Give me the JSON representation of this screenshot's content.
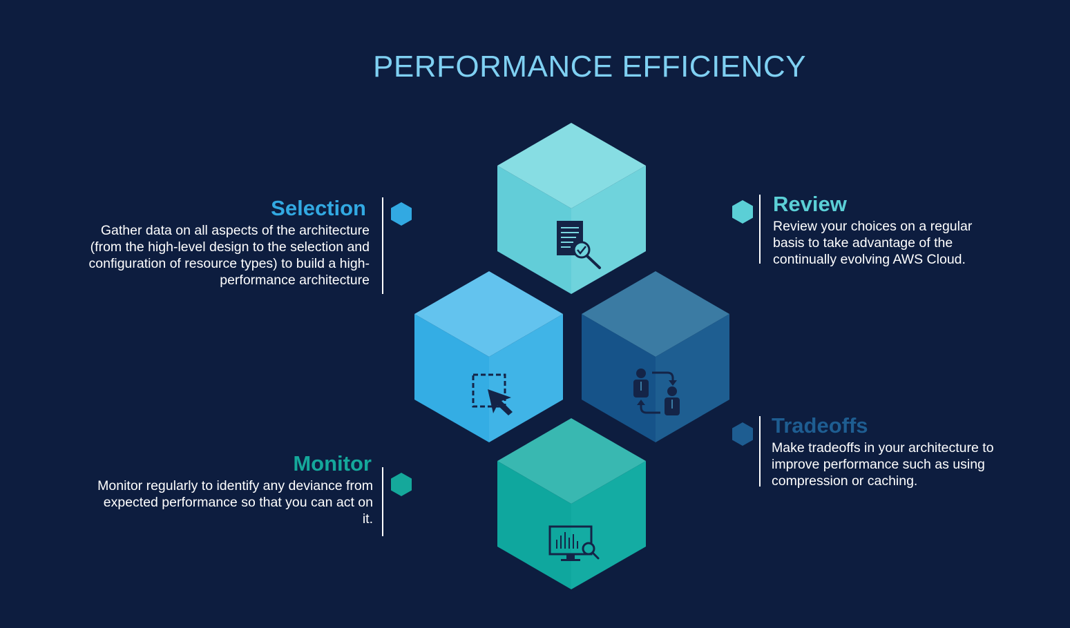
{
  "title": "PERFORMANCE EFFICIENCY",
  "sections": {
    "selection": {
      "heading": "Selection",
      "body": "Gather data on all aspects of the architecture (from the high-level design to the selection and configuration of resource types) to build a high-performance architecture",
      "color": "#32a9e2",
      "icon": "cursor-selection-icon"
    },
    "review": {
      "heading": "Review",
      "body": "Review your choices on a regular basis to take advantage of the continually evolving AWS Cloud.",
      "color": "#5bcfd6",
      "icon": "document-search-icon"
    },
    "tradeoffs": {
      "heading": "Tradeoffs",
      "body": "Make tradeoffs in your architecture to improve performance such as using compression or caching.",
      "color": "#1e5d91",
      "icon": "people-exchange-icon"
    },
    "monitor": {
      "heading": "Monitor",
      "body": "Monitor regularly to identify any deviance from expected performance so that you can act on it.",
      "color": "#15a89b",
      "icon": "monitor-chart-search-icon"
    }
  },
  "colors": {
    "background": "#0d1d3f",
    "title": "#7fd0f2"
  }
}
